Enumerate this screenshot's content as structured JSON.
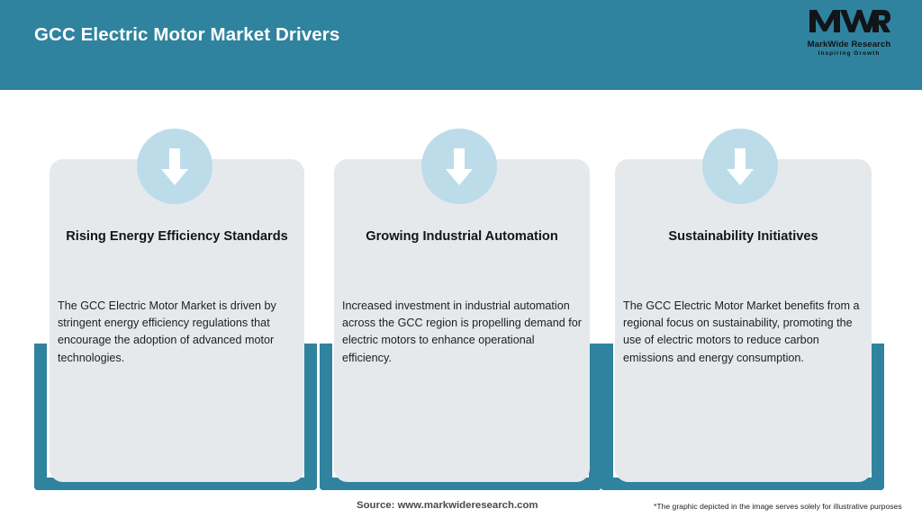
{
  "header": {
    "title": "GCC Electric Motor Market Drivers",
    "background_color": "#2f839e",
    "title_color": "#ffffff",
    "logo": {
      "mark": "M\\W\\R",
      "name": "MarkWide Research",
      "tagline": "Inspiring Growth"
    }
  },
  "theme": {
    "accent_teal": "#2f839e",
    "card_gray": "#e6e9eb",
    "icon_circle_blue": "#bcdcea",
    "arrow_white": "#ffffff",
    "page_background": "#ffffff"
  },
  "cards": [
    {
      "icon": "arrow-down-icon",
      "title": "Rising Energy Efficiency Standards",
      "body": "The GCC Electric Motor Market is driven by stringent energy efficiency regulations that encourage the adoption of advanced motor technologies."
    },
    {
      "icon": "arrow-down-icon",
      "title": "Growing Industrial Automation",
      "body": "Increased investment in industrial automation across the GCC region is propelling demand for electric motors to enhance operational efficiency."
    },
    {
      "icon": "arrow-down-icon",
      "title": "Sustainability Initiatives",
      "body": "The GCC Electric Motor Market benefits from a regional focus on sustainability, promoting the use of electric motors to reduce carbon emissions and energy consumption."
    }
  ],
  "footer": {
    "source": "Source: www.markwideresearch.com",
    "disclaimer": "*The graphic depicted in the image serves solely for illustrative purposes"
  }
}
